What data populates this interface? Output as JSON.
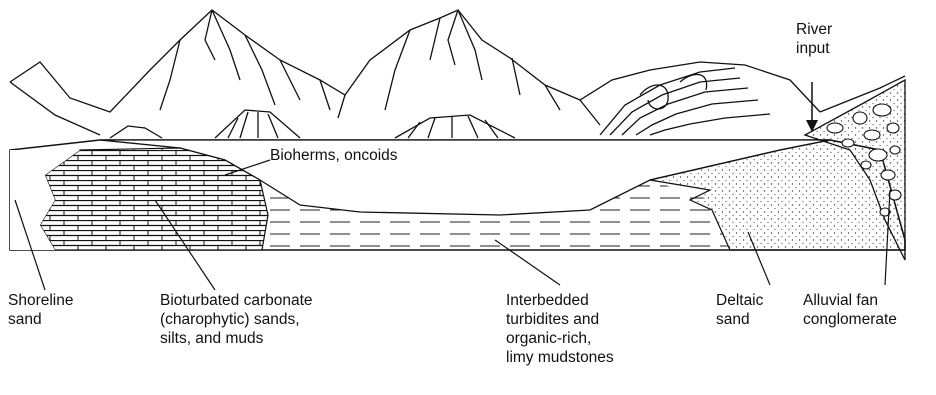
{
  "labels": {
    "river_input": "River\ninput",
    "bioherms": "Bioherms, oncoids",
    "shoreline_sand": "Shoreline\nsand",
    "bioturbated": "Bioturbated carbonate\n(charophytic) sands,\nsilts, and muds",
    "interbedded": "Interbedded\nturbidites and\norganic-rich,\nlimy mudstones",
    "deltaic_sand": "Deltaic\nsand",
    "alluvial_fan": "Alluvial fan\nconglomerate"
  }
}
